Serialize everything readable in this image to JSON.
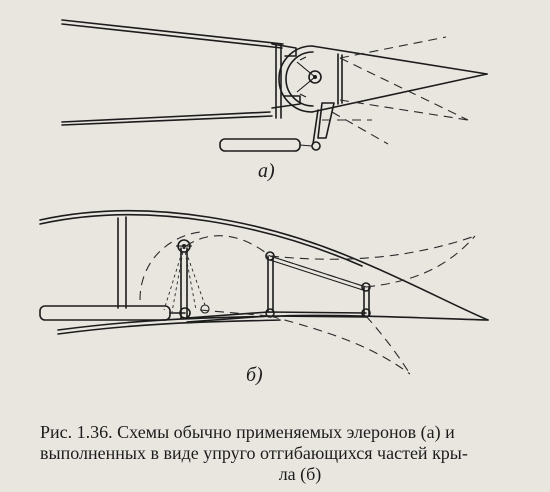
{
  "figure": {
    "label_a": "а)",
    "label_b": "б)",
    "caption_line1": "Рис. 1.36. Схемы обычно применяемых элеронов (а) и",
    "caption_line2": "выполненных в виде упруго отгибающихся частей кры-",
    "caption_line3": "ла (б)"
  },
  "colors": {
    "paper": "#e9e6e0",
    "ink": "#1c1c1c"
  }
}
